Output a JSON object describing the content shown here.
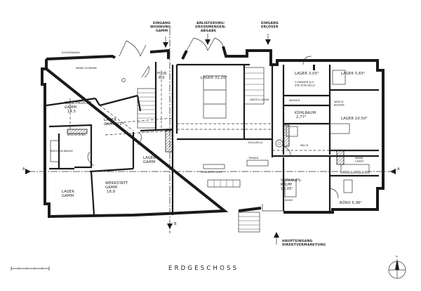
{
  "title": "ERDGESCHOSS",
  "entrances": {
    "wohnung": [
      "EINGANG",
      "WOHNUNG",
      "GAMM"
    ],
    "anlieferung": [
      "ANLIEFERUNG/",
      "GROSSMENGEN-",
      "ABGABE"
    ],
    "erloeser": [
      "EINGANG",
      "ERLÖSER"
    ],
    "haupt": [
      "HAUPTEINGANG",
      "DIREKTVERMARKTUNG"
    ]
  },
  "rooms": {
    "waschkueche": [
      "WASCHKÜCHE",
      "GAMM",
      "14,5"
    ],
    "lager_gamm_mitte": [
      "LAGER",
      "GAMM 12²"
    ],
    "lager_gamm_flur": [
      "LAGER",
      "GAMM"
    ],
    "lager_gamm_links": [
      "LAGER",
      "GAMM"
    ],
    "werkstatt": [
      "WERKSTATT",
      "GAMM",
      "18,8"
    ],
    "flur": [
      "FLUR",
      "8,0"
    ],
    "lager_3220": "LAGER 32,20²",
    "lager_305": "LAGER 3,05²",
    "lager_565": "LAGER 5,65²",
    "lager_1050": "LAGER 10,50²",
    "kuehlraum": [
      "KÜHLRAUM",
      "2,77²"
    ],
    "verkaufsraum": [
      "VERKAUFS-",
      "RAUM",
      "19,05²"
    ],
    "buero": "BÜRO 5,96²"
  },
  "small_labels": {
    "aussenwand": "AUSSENWAND",
    "wandschrank": "WAND-SCHRANK",
    "beschickung": "BESCHICKUNG",
    "bruecken": "BRÜCKEN-WAAGE",
    "abstell": "ABSTELL-RAUM",
    "kuehlzelle": "KÜHLZELLE",
    "zur_kuehlzelle": [
      "2 KAMMER ALS",
      "ZUR KÜHLZELLE"
    ],
    "wasser": "WASSER",
    "waschbecken": [
      "WASCH-",
      "BECKEN"
    ],
    "milch": "MILCH",
    "wand_lager": [
      "WAND-",
      "LAGER"
    ],
    "verkaufstheke": "VERKAUFSTHEKE",
    "kasse": "KASSE",
    "tresen": "TRESEN"
  },
  "section_marks": {
    "a": "A",
    "b": "B"
  },
  "north": "N"
}
